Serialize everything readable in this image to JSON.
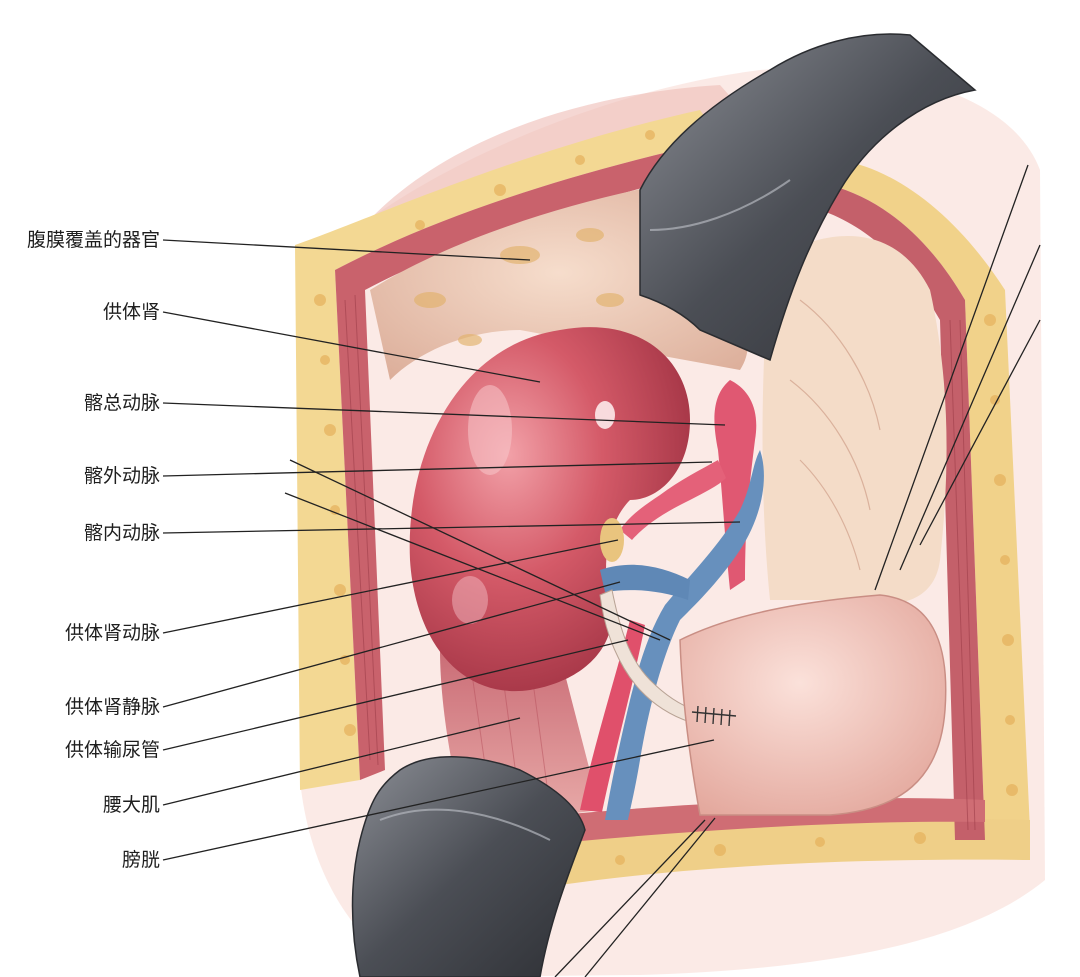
{
  "labels": [
    {
      "id": "peritoneal-organs",
      "text": "腹膜覆盖的器官"
    },
    {
      "id": "donor-kidney",
      "text": "供体肾"
    },
    {
      "id": "common-iliac-artery",
      "text": "髂总动脉"
    },
    {
      "id": "external-iliac-artery",
      "text": "髂外动脉"
    },
    {
      "id": "internal-iliac-artery",
      "text": "髂内动脉"
    },
    {
      "id": "donor-renal-artery",
      "text": "供体肾动脉"
    },
    {
      "id": "donor-renal-vein",
      "text": "供体肾静脉"
    },
    {
      "id": "donor-ureter",
      "text": "供体输尿管"
    },
    {
      "id": "psoas-major",
      "text": "腰大肌"
    },
    {
      "id": "bladder",
      "text": "膀胱"
    }
  ],
  "colors": {
    "text": "#1e1e1e",
    "leader_line": "#222222",
    "artery": "#d94660",
    "vein": "#5d86b3",
    "kidney": "#c9485b",
    "retractor": "#5c5f66",
    "tissue": "#e8a89f",
    "fat": "#e9c77e"
  }
}
